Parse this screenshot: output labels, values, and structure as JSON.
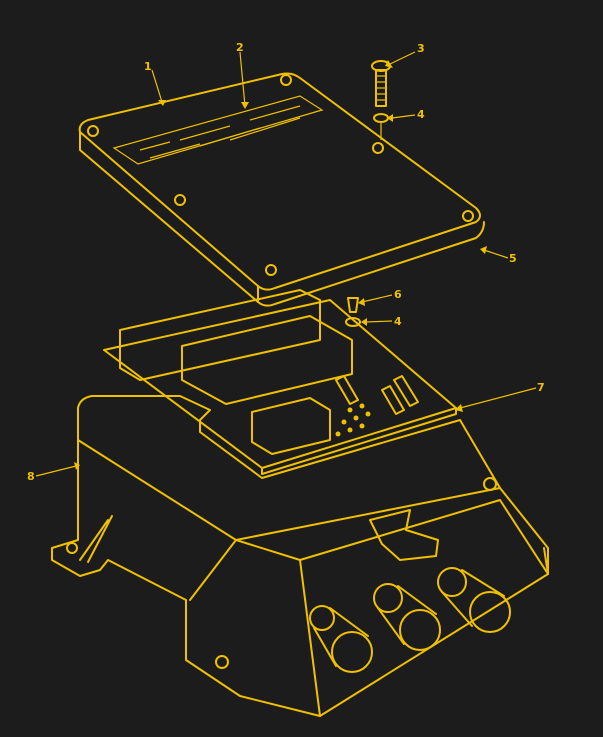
{
  "diagram": {
    "type": "exploded-parts-view",
    "colors": {
      "background": "#1c1c1c",
      "line": "#f0c000"
    },
    "callouts": [
      {
        "id": "c1",
        "label": "1"
      },
      {
        "id": "c2",
        "label": "2"
      },
      {
        "id": "c3",
        "label": "3"
      },
      {
        "id": "c4a",
        "label": "4"
      },
      {
        "id": "c5",
        "label": "5"
      },
      {
        "id": "c6",
        "label": "6"
      },
      {
        "id": "c4b",
        "label": "4"
      },
      {
        "id": "c7",
        "label": "7"
      },
      {
        "id": "c8",
        "label": "8"
      }
    ]
  }
}
